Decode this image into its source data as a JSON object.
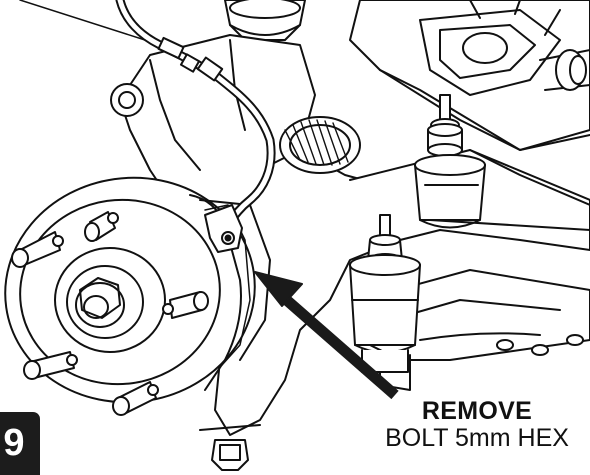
{
  "diagram": {
    "callout": {
      "title": "REMOVE",
      "subtitle": "BOLT 5mm HEX"
    },
    "step_badge": {
      "number": "9"
    },
    "colors": {
      "line": "#111111",
      "fill": "#ffffff",
      "callout_arrow": "#1a1a1a",
      "badge": "#1c1c1c"
    },
    "icons": [
      "wheel-hub",
      "knuckle",
      "ball-joint",
      "abs-sensor-wire",
      "pointer-arrow"
    ]
  }
}
